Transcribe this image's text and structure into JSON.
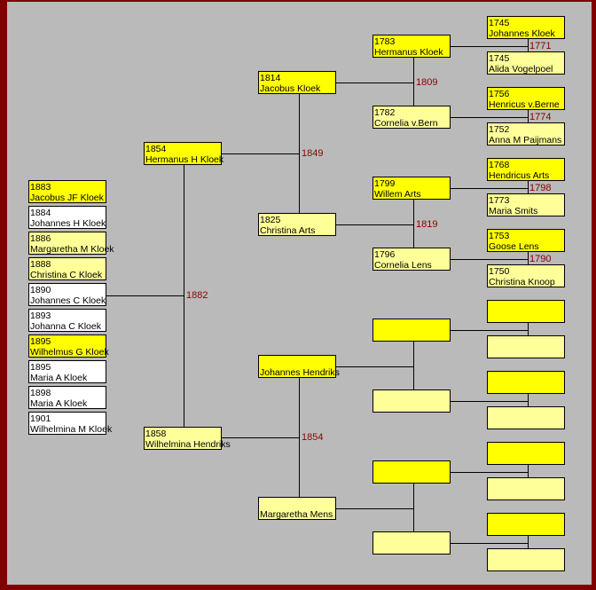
{
  "children": [
    {
      "year": "1883",
      "name": "Jacobus JF Kloek",
      "sex": "m"
    },
    {
      "year": "1884",
      "name": "Johannes H Kloek",
      "sex": "w"
    },
    {
      "year": "1886",
      "name": "Margaretha M Kloek",
      "sex": "f"
    },
    {
      "year": "1888",
      "name": "Christina C Kloek",
      "sex": "f"
    },
    {
      "year": "1890",
      "name": "Johannes C Kloek",
      "sex": "w"
    },
    {
      "year": "1893",
      "name": "Johanna C Kloek",
      "sex": "w"
    },
    {
      "year": "1895",
      "name": "Wilhelmus G Kloek",
      "sex": "m"
    },
    {
      "year": "1895",
      "name": "Maria A Kloek",
      "sex": "w"
    },
    {
      "year": "1898",
      "name": "Maria A Kloek",
      "sex": "w"
    },
    {
      "year": "1901",
      "name": "Wilhelmina M Kloek",
      "sex": "w"
    }
  ],
  "parents": [
    {
      "year": "1854",
      "name": "Hermanus H Kloek",
      "sex": "m"
    },
    {
      "year": "1858",
      "name": "Wilhelmina Hendriks",
      "sex": "f"
    }
  ],
  "grandparents": [
    {
      "year": "1814",
      "name": "Jacobus Kloek",
      "sex": "m"
    },
    {
      "year": "1825",
      "name": "Christina Arts",
      "sex": "f"
    },
    {
      "year": "",
      "name": "Johannes Hendriks",
      "sex": "m"
    },
    {
      "year": "",
      "name": "Margaretha Mens",
      "sex": "f"
    }
  ],
  "great_grandparents": [
    {
      "year": "1783",
      "name": "Hermanus Kloek",
      "sex": "m"
    },
    {
      "year": "1782",
      "name": "Cornelia v.Bern",
      "sex": "f"
    },
    {
      "year": "1799",
      "name": "Willem Arts",
      "sex": "m"
    },
    {
      "year": "1796",
      "name": "Cornelia Lens",
      "sex": "f"
    },
    {
      "year": "",
      "name": "",
      "sex": "m"
    },
    {
      "year": "",
      "name": "",
      "sex": "f"
    },
    {
      "year": "",
      "name": "",
      "sex": "m"
    },
    {
      "year": "",
      "name": "",
      "sex": "f"
    }
  ],
  "gg_grandparents": [
    {
      "year": "1745",
      "name": "Johannes Kloek",
      "sex": "m"
    },
    {
      "year": "1745",
      "name": "Alida Vogelpoel",
      "sex": "f"
    },
    {
      "year": "1756",
      "name": "Henricus v.Berne",
      "sex": "m"
    },
    {
      "year": "1752",
      "name": "Anna M Paijmans",
      "sex": "f"
    },
    {
      "year": "1768",
      "name": "Hendricus Arts",
      "sex": "m"
    },
    {
      "year": "1773",
      "name": "Maria Smits",
      "sex": "f"
    },
    {
      "year": "1753",
      "name": "Goose Lens",
      "sex": "m"
    },
    {
      "year": "1750",
      "name": "Christina Knoop",
      "sex": "f"
    },
    {
      "year": "",
      "name": "",
      "sex": "m"
    },
    {
      "year": "",
      "name": "",
      "sex": "f"
    },
    {
      "year": "",
      "name": "",
      "sex": "m"
    },
    {
      "year": "",
      "name": "",
      "sex": "f"
    },
    {
      "year": "",
      "name": "",
      "sex": "m"
    },
    {
      "year": "",
      "name": "",
      "sex": "f"
    },
    {
      "year": "",
      "name": "",
      "sex": "m"
    },
    {
      "year": "",
      "name": "",
      "sex": "f"
    }
  ],
  "marriages": {
    "parents": "1882",
    "grandparents": [
      "1849",
      "1854"
    ],
    "great_grandparents": [
      "1809",
      "1819",
      "",
      ""
    ],
    "gg_grandparents": [
      "1771",
      "1774",
      "1798",
      "1790",
      "",
      "",
      "",
      ""
    ]
  },
  "colors": {
    "male": "#ffff00",
    "female": "#ffff99",
    "unknown": "#ffffff",
    "marriage_year": "#8b0000",
    "frame": "#800000"
  }
}
